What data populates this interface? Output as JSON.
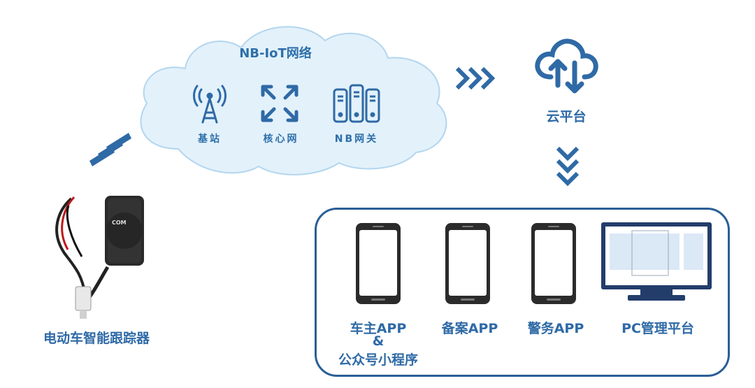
{
  "cloud": {
    "title": "NB-IoT网络",
    "items": [
      {
        "label": "基站",
        "icon": "antenna-tower-icon"
      },
      {
        "label": "核心网",
        "icon": "expand-arrows-icon"
      },
      {
        "label": "NB网关",
        "icon": "server-rack-icon"
      }
    ]
  },
  "cloud_platform": {
    "label": "云平台",
    "icon": "cloud-sync-icon"
  },
  "device": {
    "label": "电动车智能跟踪器",
    "brand": "COM"
  },
  "endpoints": [
    {
      "label": "车主APP",
      "sub1": "&",
      "sub2": "公众号小程序",
      "icon": "smartphone-icon"
    },
    {
      "label": "备案APP",
      "icon": "smartphone-icon"
    },
    {
      "label": "警务APP",
      "icon": "smartphone-icon"
    },
    {
      "label": "PC管理平台",
      "icon": "monitor-icon"
    }
  ],
  "colors": {
    "primary": "#2f6aa6",
    "cloud_fill": "#e3f1fb",
    "arrow": "#2f6aa6",
    "panel_border": "#2a5e96"
  }
}
